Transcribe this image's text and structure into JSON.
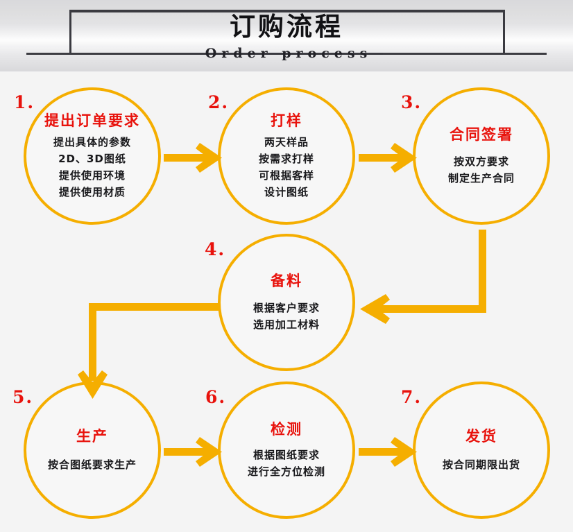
{
  "header": {
    "title": "订购流程",
    "subtitle": "Order process"
  },
  "colors": {
    "accent_gold": "#F5AE00",
    "title_red": "#E8120C",
    "body_black": "#18181B",
    "frame_dark": "#3A3A40",
    "page_bg": "#F4F4F4"
  },
  "flow": {
    "nodes": [
      {
        "number": "1.",
        "title": "提出订单要求",
        "lines": [
          "提出具体的参数",
          "2D、3D图纸",
          "提供使用环境",
          "提供使用材质"
        ]
      },
      {
        "number": "2.",
        "title": "打样",
        "lines": [
          "两天样品",
          "按需求打样",
          "可根据客样",
          "设计图纸"
        ]
      },
      {
        "number": "3.",
        "title": "合同签署",
        "lines": [
          "按双方要求",
          "制定生产合同"
        ]
      },
      {
        "number": "4.",
        "title": "备料",
        "lines": [
          "根据客户要求",
          "选用加工材料"
        ]
      },
      {
        "number": "5.",
        "title": "生产",
        "lines": [
          "按合图纸要求生产"
        ]
      },
      {
        "number": "6.",
        "title": "检测",
        "lines": [
          "根据图纸要求",
          "进行全方位检测"
        ]
      },
      {
        "number": "7.",
        "title": "发货",
        "lines": [
          "按合同期限出货"
        ]
      }
    ],
    "connectors": [
      {
        "name": "arrow-1-to-2",
        "direction": "right"
      },
      {
        "name": "arrow-2-to-3",
        "direction": "right"
      },
      {
        "name": "arrow-3-to-4",
        "direction": "left-elbow-down"
      },
      {
        "name": "arrow-4-to-5",
        "direction": "left-elbow-down"
      },
      {
        "name": "arrow-5-to-6",
        "direction": "right"
      },
      {
        "name": "arrow-6-to-7",
        "direction": "right"
      }
    ]
  }
}
